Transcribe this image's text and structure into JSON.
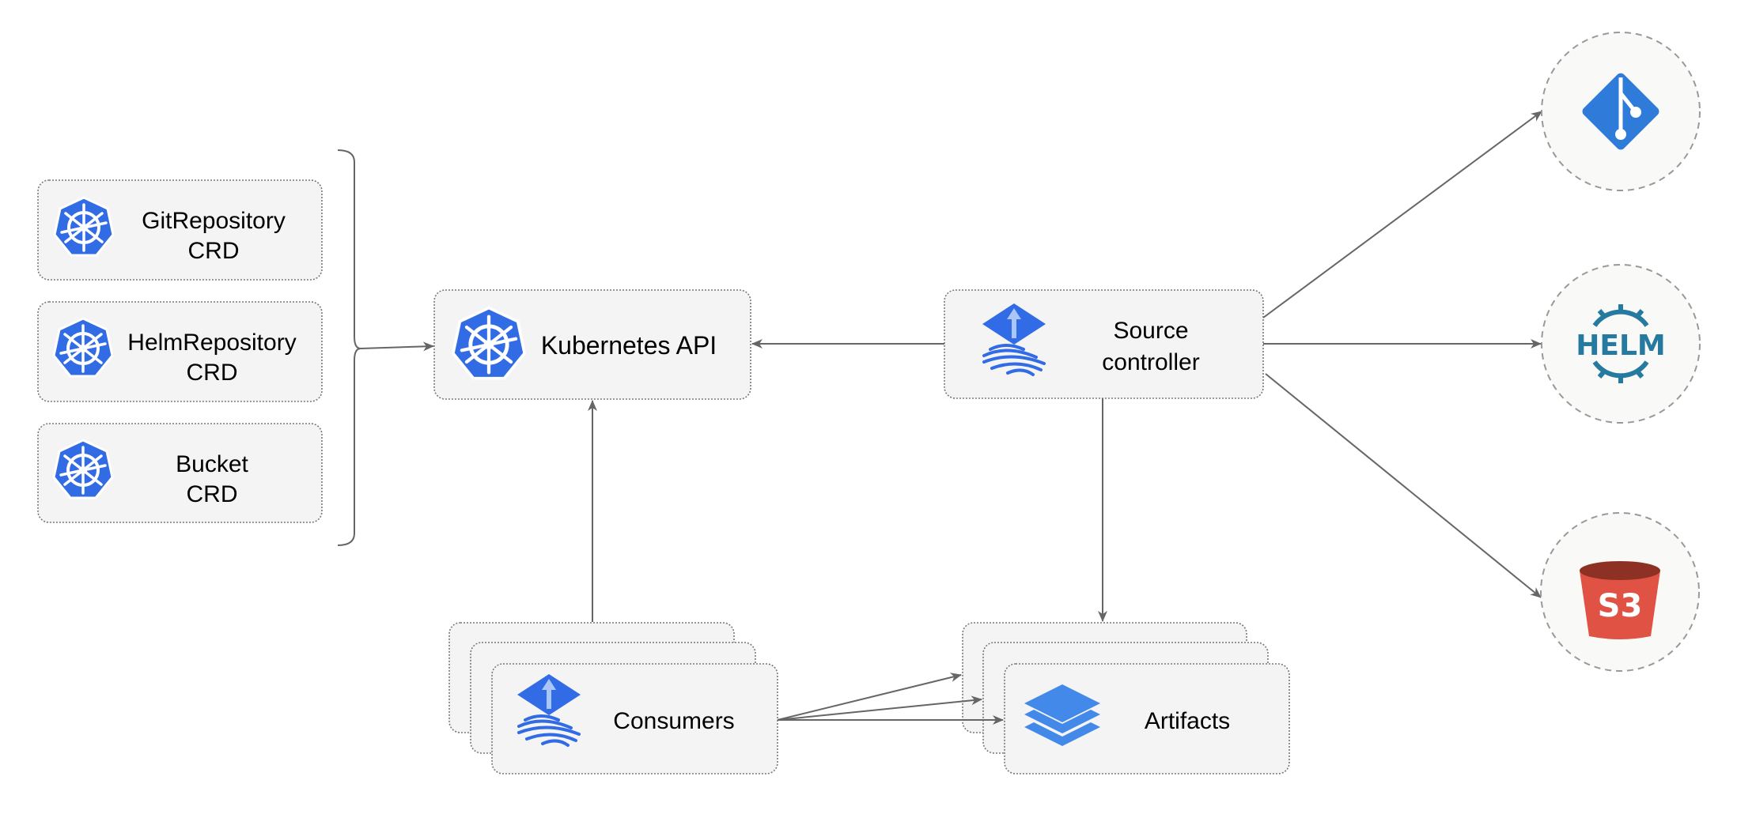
{
  "nodes": {
    "git_crd": {
      "line1": "GitRepository",
      "line2": "CRD",
      "icon": "kubernetes-icon"
    },
    "helm_crd": {
      "line1": "HelmRepository",
      "line2": "CRD",
      "icon": "kubernetes-icon"
    },
    "bucket_crd": {
      "line1": "Bucket",
      "line2": "CRD",
      "icon": "kubernetes-icon"
    },
    "kubernetes_api": {
      "label": "Kubernetes API",
      "icon": "kubernetes-icon"
    },
    "source_controller": {
      "line1": "Source",
      "line2": "controller",
      "icon": "flux-icon"
    },
    "consumers": {
      "label": "Consumers",
      "icon": "flux-icon"
    },
    "artifacts": {
      "label": "Artifacts",
      "icon": "layers-icon"
    }
  },
  "external": {
    "git": {
      "icon": "git-icon"
    },
    "helm": {
      "icon": "helm-icon",
      "logo_text": "HELM"
    },
    "s3": {
      "icon": "s3-bucket-icon",
      "logo_text": "S3"
    }
  },
  "colors": {
    "kubernetes": "#326ce5",
    "flux": "#3b78e7",
    "git": "#2f7bd9",
    "helm": "#277a9f",
    "s3": "#e05243",
    "s3_top": "#8c3123"
  }
}
